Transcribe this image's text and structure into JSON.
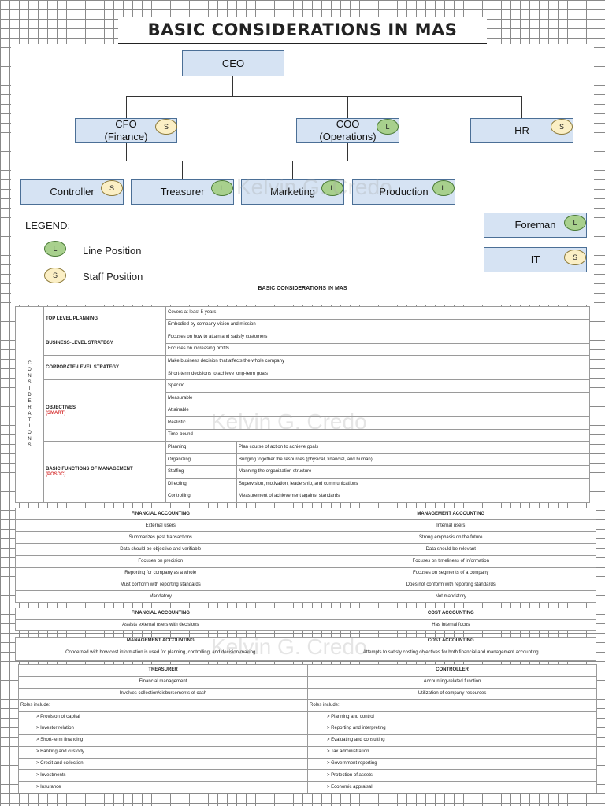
{
  "title": "BASIC CONSIDERATIONS IN MAS",
  "org": {
    "ceo": "CEO",
    "cfo_line1": "CFO",
    "cfo_line2": "(Finance)",
    "coo_line1": "COO",
    "coo_line2": "(Operations)",
    "hr": "HR",
    "controller": "Controller",
    "treasurer": "Treasurer",
    "marketing": "Marketing",
    "production": "Production",
    "foreman": "Foreman",
    "it": "IT",
    "badge_l": "L",
    "badge_s": "S"
  },
  "legend": {
    "title": "LEGEND:",
    "line": "Line Position",
    "staff": "Staff Position"
  },
  "watermark": "Kelvin G. Credo",
  "considerations": {
    "title": "BASIC CONSIDERATIONS IN MAS",
    "side_label": [
      "C",
      "O",
      "N",
      "S",
      "I",
      "D",
      "E",
      "R",
      "A",
      "T",
      "I",
      "O",
      "N",
      "S"
    ],
    "top_level": "TOP LEVEL PLANNING",
    "top_level_items": [
      "Covers at least 5 years",
      "Embodied by company vision and mission"
    ],
    "business": "BUSINESS-LEVEL STRATEGY",
    "business_items": [
      "Focuses on how to attain and satisfy customers",
      "Focuses on increasing profits"
    ],
    "corporate": "CORPORATE-LEVEL STRATEGY",
    "corporate_items": [
      "Make business decision that affects the whole company",
      "Short-term decisions to achieve long-term goals"
    ],
    "objectives": "OBJECTIVES",
    "objectives_sub": "(SMART)",
    "objectives_items": [
      "Specific",
      "Measurable",
      "Attainable",
      "Realistic",
      "Time-bound"
    ],
    "functions": "BASIC FUNCTIONS OF MANAGEMENT",
    "functions_sub": "(POSDC)",
    "functions_items": [
      {
        "name": "Planning",
        "desc": "Plan course of action to achieve goals"
      },
      {
        "name": "Organizing",
        "desc": "Bringing together the resources (physical, financial, and human)"
      },
      {
        "name": "Staffing",
        "desc": "Manning the organization structure"
      },
      {
        "name": "Directing",
        "desc": "Supervision, motivation, leadership, and communications"
      },
      {
        "name": "Controlling",
        "desc": "Measurement of achievement against standards"
      }
    ]
  },
  "fa_ma": {
    "h1": "FINANCIAL ACCOUNTING",
    "h2": "MANAGEMENT ACCOUNTING",
    "rows": [
      [
        "External users",
        "Internal users"
      ],
      [
        "Summarizes past transactions",
        "Strong emphasis on the future"
      ],
      [
        "Data should be objective and verifiable",
        "Data should be relevant"
      ],
      [
        "Focuses on precision",
        "Focuses on timeliness of information"
      ],
      [
        "Reporting for company as a whole",
        "Focuses on segments of a company"
      ],
      [
        "Must conform with reporting standards",
        "Does not conform with reporting standards"
      ],
      [
        "Mandatory",
        "Not mandatory"
      ]
    ]
  },
  "fa_ca": {
    "h1": "FINANCIAL ACCOUNTING",
    "h2": "COST ACCOUNTING",
    "r1": "Assists external users with decisions",
    "r2": "Has internal focus"
  },
  "ma_ca": {
    "h1": "MANAGEMENT ACCOUNTING",
    "h2": "COST ACCOUNTING",
    "r1": "Concerned with how cost information is used for planning, controlling, and decision-making",
    "r2": "Attempts to satisfy costing objectives for both financial and management accounting"
  },
  "tr_co": {
    "h1": "TREASURER",
    "h2": "CONTROLLER",
    "rows": [
      [
        "Financial management",
        "Accounting-related function"
      ],
      [
        "Involves collection/disbursements of cash",
        "Utilization of company resources"
      ]
    ],
    "roles": "Roles include:",
    "roles_left": [
      "> Provision of capital",
      "> Investor relation",
      "> Short-term financing",
      "> Banking and custody",
      "> Credit and collection",
      "> Investments",
      "> Insurance"
    ],
    "roles_right": [
      "> Planning and control",
      "> Reporting and interpreting",
      "> Evaluating and consulting",
      "> Tax administration",
      "> Government reporting",
      "> Protection of assets",
      "> Economic appraisal"
    ]
  }
}
